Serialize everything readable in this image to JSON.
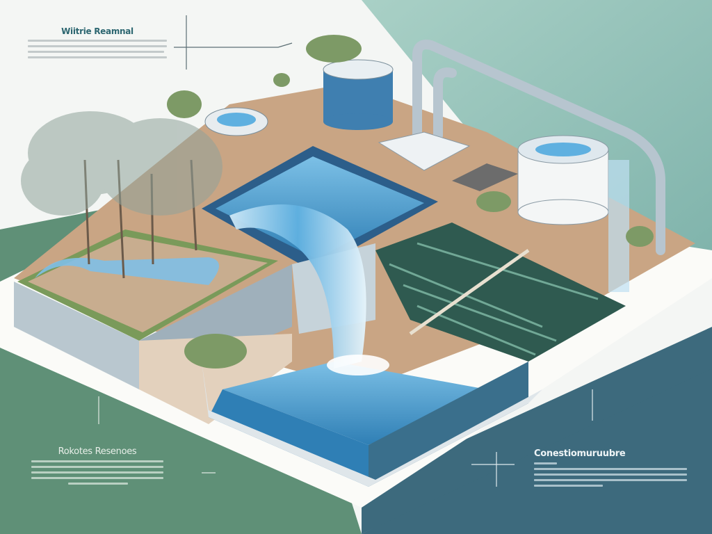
{
  "labels": {
    "top_left": {
      "title": "Wiitrie Reamnal",
      "color": "#2c6670"
    },
    "bottom_left": {
      "title": "Rokotes Resenoes",
      "color": "#e8efe9"
    },
    "bottom_right": {
      "title": "Conestiomuruubre",
      "color": "#eef4f6"
    }
  },
  "colors": {
    "background_light": "#f4f6f4",
    "background_teal": "#8fc0b6",
    "background_green": "#5f9077",
    "background_dark_blue": "#3d6a7d",
    "water_blue": "#4a9fd0",
    "soil": "#c9a584"
  }
}
